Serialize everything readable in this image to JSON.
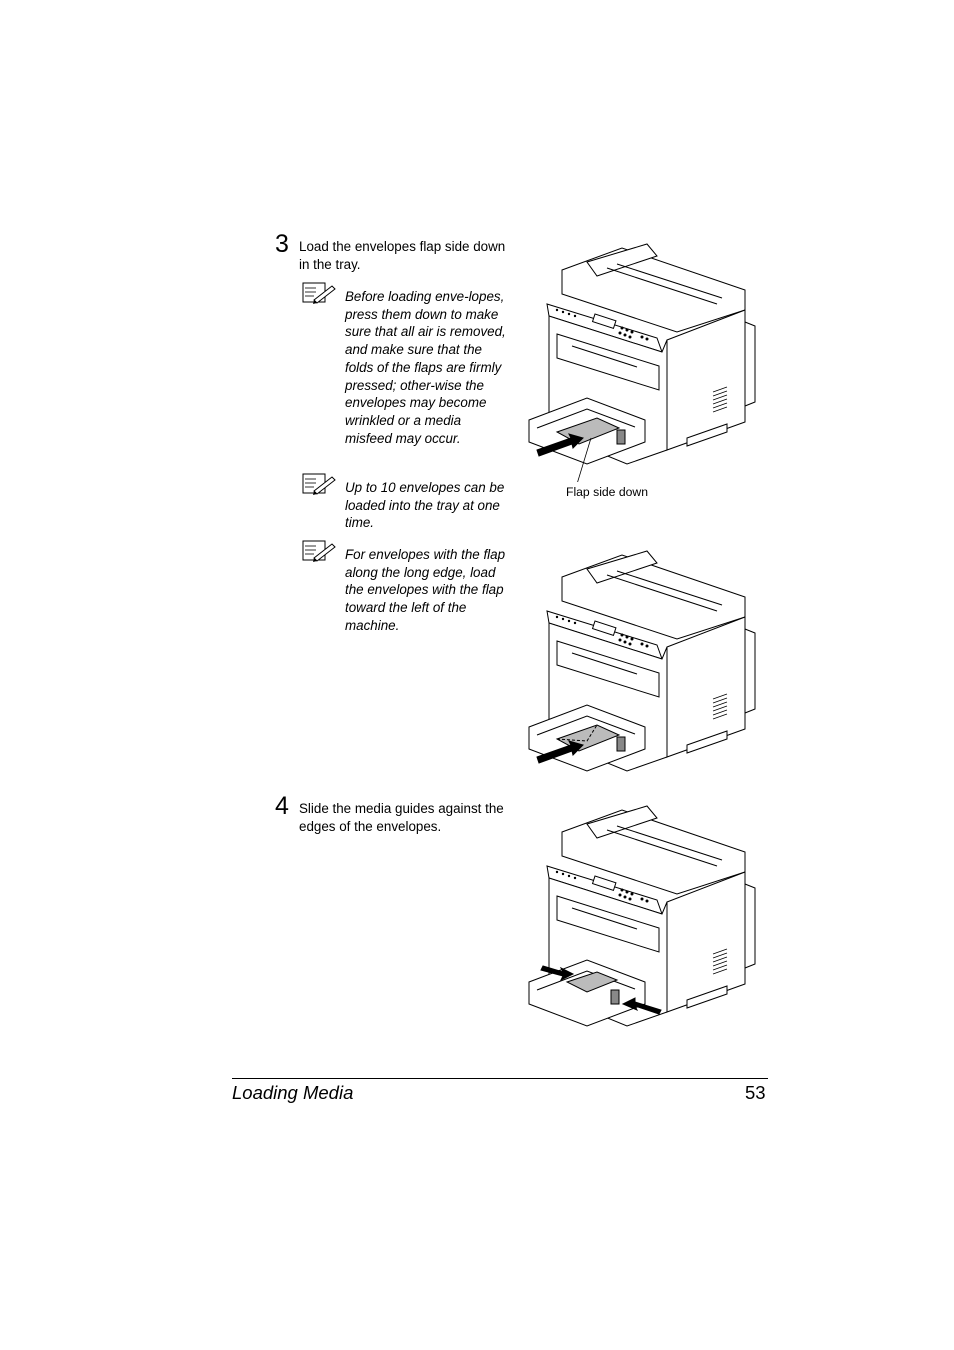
{
  "steps": [
    {
      "number": "3",
      "text": "Load the envelopes flap side down in the tray."
    },
    {
      "number": "4",
      "text": "Slide the media guides against the edges of the envelopes."
    }
  ],
  "notes": [
    {
      "text": "Before loading enve-lopes, press them down to make sure that all air is removed, and make sure that the folds of the flaps are firmly pressed; other-wise the envelopes may become wrinkled or a media misfeed may occur."
    },
    {
      "text": "Up to 10 envelopes can be loaded into the tray at one time."
    },
    {
      "text": "For envelopes with the flap along the long edge, load the envelopes with the flap toward the left of the machine."
    }
  ],
  "figures": {
    "caption_flap": "Flap side down"
  },
  "footer": {
    "section_title": "Loading Media",
    "page_number": "53"
  }
}
